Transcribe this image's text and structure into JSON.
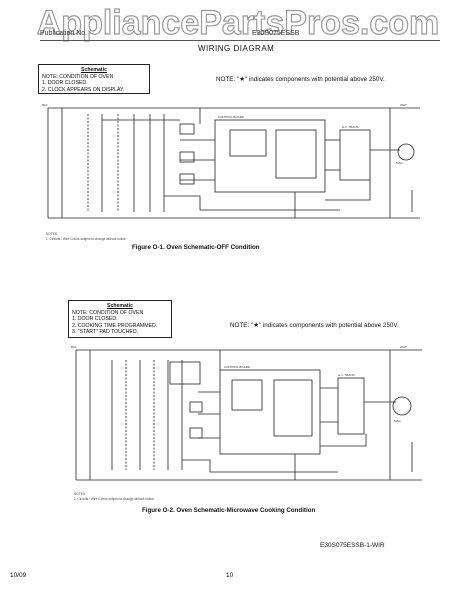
{
  "watermark": {
    "text": "AppliancePartsPros.com"
  },
  "header": {
    "left_text": "Publication No.",
    "right_text": "E30S075ESSB",
    "title": "WIRING DIAGRAM"
  },
  "diagram1": {
    "box_title": "Schematic",
    "box_lines": [
      "NOTE: CONDITION OF OVEN",
      "1.  DOOR CLOSED.",
      "2.  CLOCK APPEARS ON DISPLAY."
    ],
    "note": "NOTE: \"★\" indicates components with potential above 250V.",
    "caption": "Figure O-1. Oven Schematic-OFF Condition",
    "footnote_label": "NOTES",
    "footnote": "1. Circuits / Wire Colors subject to change without notice."
  },
  "diagram2": {
    "box_title": "Schematic",
    "box_lines": [
      "NOTE: CONDITION OF OVEN",
      "1.  DOOR CLOSED.",
      "2.  COOKING TIME PROGRAMMED.",
      "3.  \"START\" PAD TOUCHED."
    ],
    "note": "NOTE: \"★\" indicates components with potential above 250V.",
    "caption": "Figure O-2. Oven Schematic-Microwave Cooking Condition",
    "footnote_label": "NOTES",
    "footnote": "1. Circuits / Wire Colors subject to change without notice."
  },
  "footer": {
    "part_code": "E30S075ESSB-1-WIR",
    "date": "10/09",
    "page": "10"
  }
}
